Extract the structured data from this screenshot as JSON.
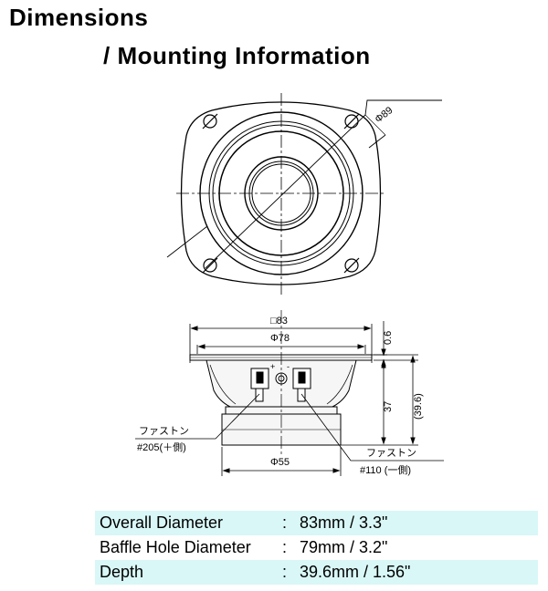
{
  "title": {
    "line1": "Dimensions",
    "line2": "/ Mounting Information"
  },
  "drawing": {
    "top_view": {
      "dia_label": "Φ89"
    },
    "side_view": {
      "square_label": "□83",
      "flange_dia_label": "Φ78",
      "flange_thickness_label": "0.6",
      "depth_label": "37",
      "overall_depth_label": "(39.6)",
      "magnet_dia_label": "Φ55",
      "terminal_plus": {
        "line1": "ファストン",
        "line2": "#205(＋側)"
      },
      "terminal_minus": {
        "line1": "ファストン",
        "line2": "#110 (一側)"
      }
    }
  },
  "specs": [
    {
      "label": "Overall Diameter",
      "colon": ":",
      "value": "83mm / 3.3\"",
      "shaded": true
    },
    {
      "label": "Baffle Hole Diameter",
      "colon": ":",
      "value": "79mm / 3.2\"",
      "shaded": false
    },
    {
      "label": "Depth",
      "colon": ":",
      "value": "39.6mm / 1.56\"",
      "shaded": true
    }
  ],
  "colors": {
    "row_shade": "#d9f7f7",
    "line": "#000000",
    "body_fill": "#f4f4f4"
  }
}
